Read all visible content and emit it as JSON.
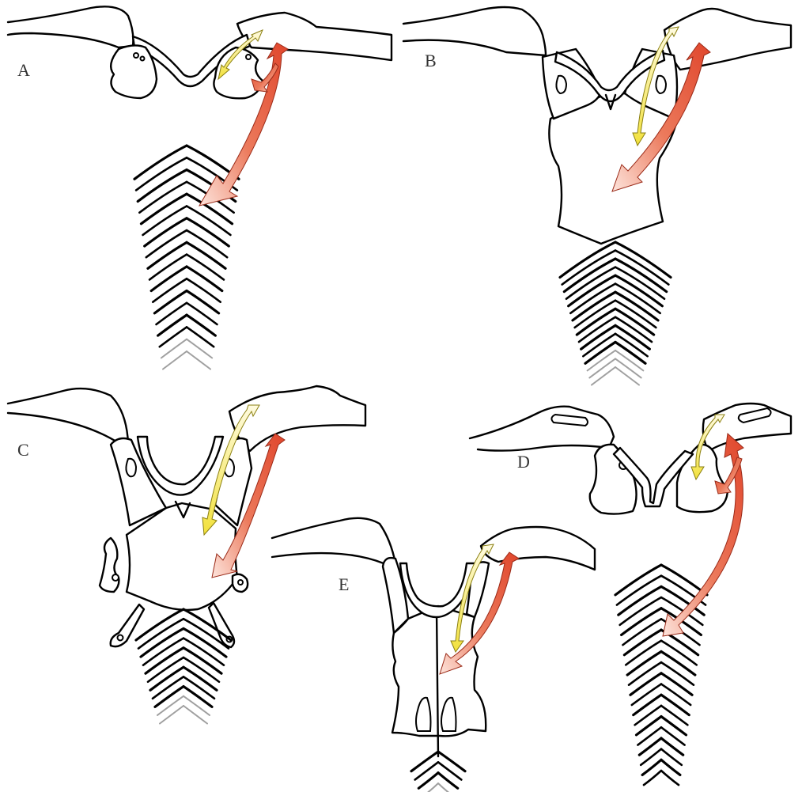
{
  "panels": [
    {
      "label": "A"
    },
    {
      "label": "B"
    },
    {
      "label": "C"
    },
    {
      "label": "D"
    },
    {
      "label": "E"
    }
  ],
  "colors": {
    "outline": "#000000",
    "background": "#ffffff",
    "arrow_large_start": "#e0462c",
    "arrow_large_end": "#fde0d8",
    "arrow_small_start": "#f2e13c",
    "arrow_small_end": "#fffbe0",
    "arrow_small_outline": "#8a7f10",
    "arrow_large_outline": "#9a2a18",
    "fin_ray_faded": "#a0a0a0"
  },
  "icons": {
    "large_arrow": "double-headed-red-arrow",
    "small_arrow": "double-headed-yellow-arrow",
    "fin": "feathered-fin-rays"
  }
}
